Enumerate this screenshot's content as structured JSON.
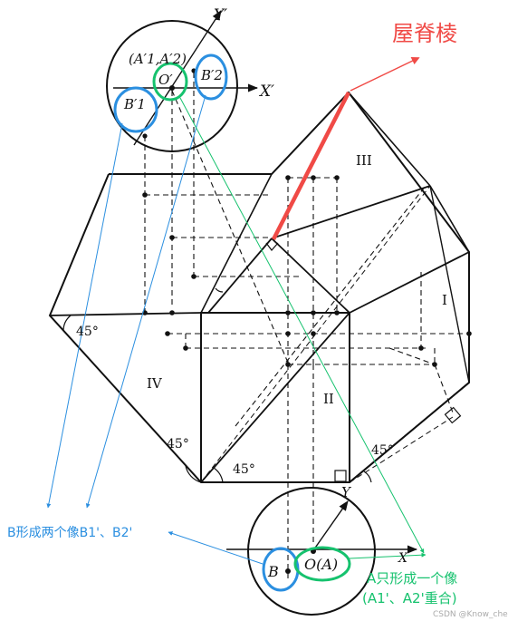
{
  "labels": {
    "y_axis_top": "Y′",
    "x_axis_top": "X′",
    "a_primes": "(A′1,A′2)",
    "o_prime": "O′",
    "b1_prime": "B′1",
    "b2_prime": "B′2",
    "face_iii": "III",
    "face_i": "I",
    "face_ii": "II",
    "face_iv": "IV",
    "angle_left": "45°",
    "angle_bottom_left": "45°",
    "angle_center": "45°",
    "angle_right": "45°",
    "y_axis_bottom": "Y",
    "x_axis_bottom": "X",
    "b_label": "B",
    "oa_label": "O(A)"
  },
  "annotations": {
    "ridge_title": "屋脊棱",
    "b_note": "B形成两个像B1'、B2'",
    "a_note_line1": "A只形成一个像",
    "a_note_line2": "(A1'、A2'重合)",
    "watermark": "CSDN @Know_chen"
  },
  "colors": {
    "ridge_red": "#f04a46",
    "blue_circle": "#2b8fe0",
    "green_circle": "#16c26e",
    "ink": "#111111"
  }
}
